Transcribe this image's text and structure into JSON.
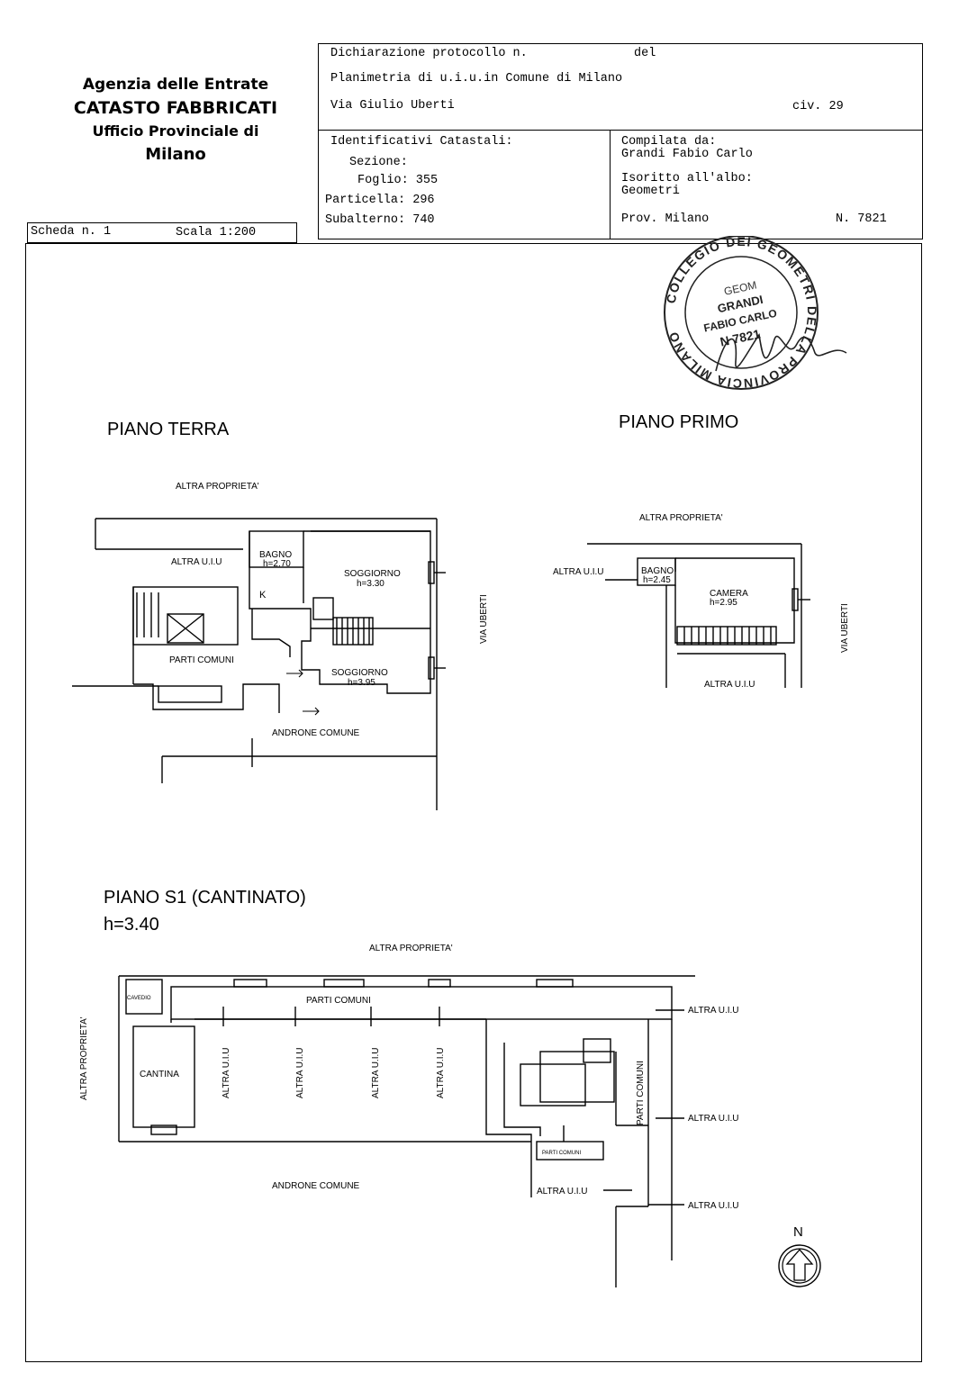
{
  "office": {
    "line1": "Agenzia delle Entrate",
    "line2": "CATASTO FABBRICATI",
    "line3": "Ufficio Provinciale di",
    "line4": "Milano"
  },
  "header": {
    "protocol_label": "Dichiarazione protocollo n.",
    "protocol_del": "del",
    "planimetria": "Planimetria di u.i.u.in Comune di Milano",
    "via": "Via Giulio Uberti",
    "civ": "civ. 29"
  },
  "identificativi": {
    "title": "Identificativi Catastali:",
    "sezione": "Sezione:",
    "foglio": "Foglio: 355",
    "particella": "Particella: 296",
    "subalterno": "Subalterno: 740"
  },
  "compilata": {
    "label": "Compilata da:",
    "name": "Grandi Fabio Carlo",
    "iscritto": "Isoritto all'albo:",
    "albo": "Geometri",
    "prov": "Prov. Milano",
    "num": "N. 7821"
  },
  "scheda": {
    "label": "Scheda n. 1",
    "scala": "Scala 1:200"
  },
  "stamp": {
    "ring": "COLLEGIO DEI GEOMETRI DELLA PROVINCIA MILANO",
    "geom": "GEOM",
    "name1": "GRANDI",
    "name2": "FABIO CARLO",
    "num": "N 7821"
  },
  "piano_terra": {
    "title": "PIANO TERRA",
    "altra_proprieta": "ALTRA PROPRIETA'",
    "altra_uiu": "ALTRA U.I.U",
    "bagno": "BAGNO",
    "bagno_h": "h=2.70",
    "soggiorno1": "SOGGIORNO",
    "soggiorno1_h": "h=3.30",
    "k": "K",
    "parti_comuni": "PARTI COMUNI",
    "soggiorno2": "SOGGIORNO",
    "soggiorno2_h": "h=3.95",
    "androne": "ANDRONE COMUNE",
    "via_uberti": "VIA UBERTI"
  },
  "piano_primo": {
    "title": "PIANO PRIMO",
    "altra_proprieta": "ALTRA PROPRIETA'",
    "altra_uiu_left": "ALTRA U.I.U",
    "bagno": "BAGNO",
    "bagno_h": "h=2.45",
    "camera": "CAMERA",
    "camera_h": "h=2.95",
    "altra_uiu_bottom": "ALTRA U.I.U",
    "via_uberti": "VIA UBERTI"
  },
  "piano_s1": {
    "title": "PIANO S1 (CANTINATO)",
    "height": "h=3.40",
    "altra_proprieta_top": "ALTRA PROPRIETA'",
    "altra_proprieta_left": "ALTRA PROPRIETA'",
    "cavedio": "CAVEDIO",
    "parti_comuni_top": "PARTI COMUNI",
    "cantina": "CANTINA",
    "altra_uiu_1": "ALTRA U.I.U",
    "altra_uiu_2": "ALTRA U.I.U",
    "altra_uiu_3": "ALTRA U.I.U",
    "altra_uiu_4": "ALTRA U.I.U",
    "parti_comuni_right": "PARTI COMUNI",
    "parti_comuni_small": "PARTI COMUNI",
    "androne": "ANDRONE COMUNE",
    "altra_uiu_bottom": "ALTRA U.I.U",
    "right_uiu_1": "ALTRA U.I.U",
    "right_uiu_2": "ALTRA U.I.U",
    "right_uiu_3": "ALTRA U.I.U"
  },
  "north": {
    "label": "N"
  }
}
